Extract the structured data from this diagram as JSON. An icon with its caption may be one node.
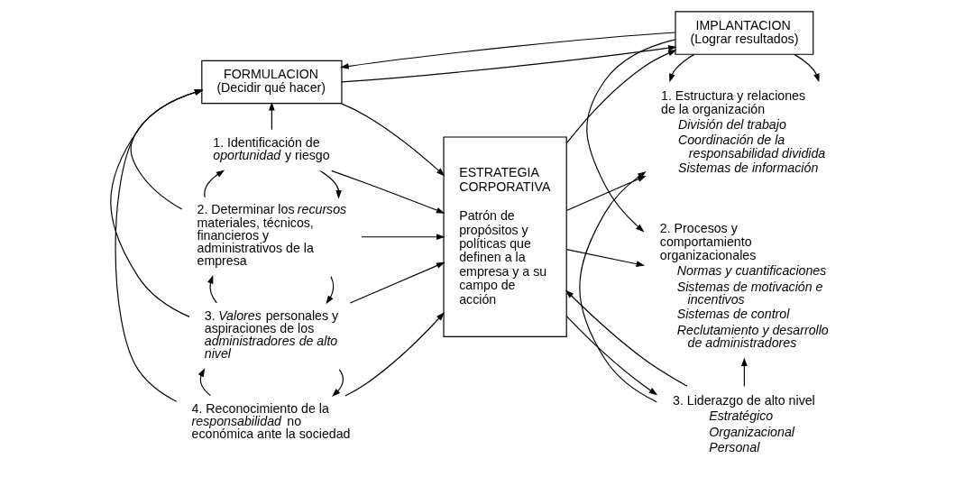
{
  "diagram": {
    "nodes": [
      {
        "text": [
          "FORMULACION",
          "(Decidir qué hacer)"
        ]
      },
      {
        "text": [
          "IMPLANTACION",
          "(Lograr resultados)"
        ]
      },
      {
        "text": [
          "ESTRATEGIA CORPORATIVA",
          "Patrón de propósitos y políticas que definen a la empresa y a su campo de acción"
        ]
      },
      {
        "text": [
          "1. Identificación de *oportunidad* y riesgo"
        ]
      },
      {
        "text": [
          "2. Determinar los *recursos* materiales, técnicos, financieros y administrativos de la empresa"
        ]
      },
      {
        "text": [
          "3. *Valores* personales y aspiraciones de los *administradores de alto nivel*"
        ]
      },
      {
        "text": [
          "4. Reconocimiento de la *responsabilidad* no económica ante la sociedad"
        ]
      },
      {
        "text": [
          "1. Estructura y relaciones de la organización",
          "División del trabajo",
          "Coordinación de la responsabilidad dividida",
          "Sistemas de información"
        ]
      },
      {
        "text": [
          "2. Procesos y comportamiento organizacionales",
          "Normas y cuantificaciones",
          "Sistemas de motivación e incentivos",
          "Sistemas de control",
          "Reclutamiento y desarrollo de administradores"
        ]
      },
      {
        "text": [
          "3. Liderazgo de alto nivel",
          "Estratégico",
          "Organizacional",
          "Personal"
        ]
      }
    ],
    "edges": [
      {
        "from": 0,
        "to": 1,
        "arrow": "to"
      },
      {
        "from": 1,
        "to": 0,
        "arrow": "to"
      },
      {
        "from": 0,
        "to": 2,
        "arrow": "to"
      },
      {
        "from": 2,
        "to": 1,
        "arrow": "to"
      },
      {
        "from": 1,
        "to": 7,
        "arrow": "to"
      },
      {
        "from": 3,
        "to": 0,
        "arrow": "to"
      },
      {
        "from": 4,
        "to": 0,
        "arrow": "to"
      },
      {
        "from": 5,
        "to": 0,
        "arrow": "to"
      },
      {
        "from": 6,
        "to": 0,
        "arrow": "to"
      },
      {
        "from": 3,
        "to": 4,
        "arrow": "to"
      },
      {
        "from": 4,
        "to": 3,
        "arrow": "to"
      },
      {
        "from": 4,
        "to": 5,
        "arrow": "to"
      },
      {
        "from": 5,
        "to": 4,
        "arrow": "to"
      },
      {
        "from": 5,
        "to": 6,
        "arrow": "to"
      },
      {
        "from": 6,
        "to": 5,
        "arrow": "to"
      },
      {
        "from": 3,
        "to": 2,
        "arrow": "to"
      },
      {
        "from": 4,
        "to": 2,
        "arrow": "to"
      },
      {
        "from": 5,
        "to": 2,
        "arrow": "to"
      },
      {
        "from": 6,
        "to": 2,
        "arrow": "to"
      },
      {
        "from": 2,
        "to": 7,
        "arrow": "to"
      },
      {
        "from": 2,
        "to": 8,
        "arrow": "to"
      },
      {
        "from": 9,
        "to": 2,
        "arrow": "to"
      },
      {
        "from": 2,
        "to": 9,
        "arrow": "to"
      },
      {
        "from": 1,
        "to": 7,
        "arrow": "to"
      },
      {
        "from": 1,
        "to": 8,
        "arrow": "to"
      },
      {
        "from": 9,
        "to": 7,
        "arrow": "to"
      },
      {
        "from": 9,
        "to": 8,
        "arrow": "to"
      }
    ]
  }
}
